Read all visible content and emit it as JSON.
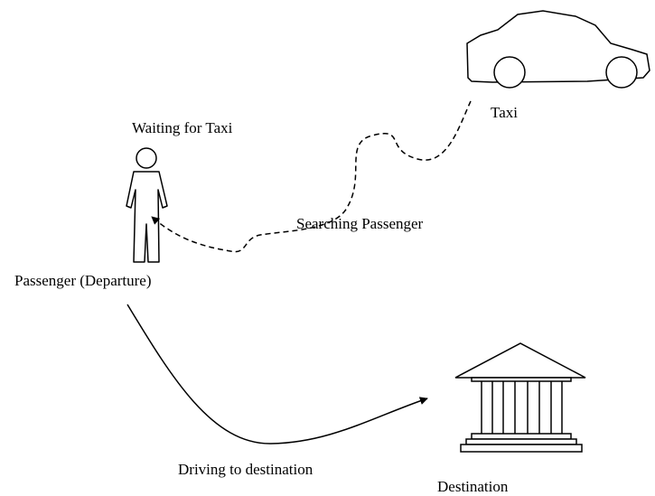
{
  "labels": {
    "waiting": "Waiting for Taxi",
    "taxi": "Taxi",
    "searching": "Searching Passenger",
    "passenger": "Passenger (Departure)",
    "driving": "Driving to destination",
    "destination": "Destination"
  },
  "icons": {
    "taxi": "car-icon",
    "passenger": "person-icon",
    "destination": "building-icon"
  },
  "colors": {
    "stroke": "#000000",
    "background": "#ffffff"
  }
}
